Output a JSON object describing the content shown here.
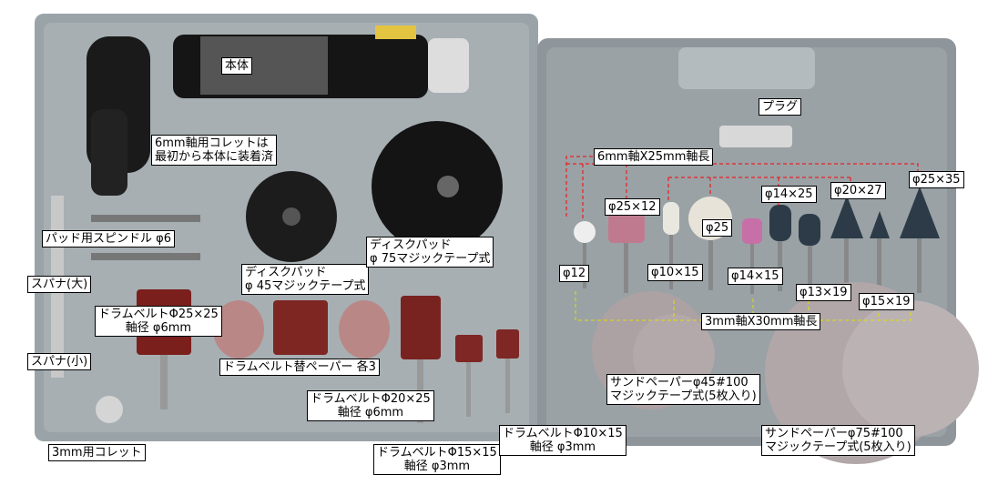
{
  "colors": {
    "case_left": "#9aa3a8",
    "case_right": "#8e969b",
    "background": "#ffffff",
    "leader_red": "#ff0000",
    "leader_yellow": "#e0e000"
  },
  "labels": {
    "body": "本体",
    "collet6_l1": "6mm軸用コレットは",
    "collet6_l2": "最初から本体に装着済",
    "spindle": "パッド用スピンドル φ6",
    "wrench_big": "スパナ(大)",
    "wrench_small": "スパナ(小)",
    "disc45_l1": "ディスクパッド",
    "disc45_l2": "φ 45マジックテープ式",
    "disc75_l1": "ディスクパッド",
    "disc75_l2": "φ 75マジックテープ式",
    "drum25_l1": "ドラムベルトΦ25×25",
    "drum25_l2": "軸径 φ6mm",
    "replace_paper": "ドラムベルト替ペーパー 各3",
    "drum20_l1": "ドラムベルトΦ20×25",
    "drum20_l2": "軸径 φ6mm",
    "drum15_l1": "ドラムベルトΦ15×15",
    "drum15_l2": "軸径 φ3mm",
    "drum10_l1": "ドラムベルトΦ10×15",
    "drum10_l2": "軸径 φ3mm",
    "collet3": "3mm用コレット",
    "plug": "プラグ",
    "shaft6": "6mm軸X25mm軸長",
    "shaft3": "3mm軸X30mm軸長",
    "p12": "φ12",
    "p25x12": "φ25×12",
    "p10x15": "φ10×15",
    "p25": "φ25",
    "p14x15": "φ14×15",
    "p14x25": "φ14×25",
    "p20x27": "φ20×27",
    "p25x35": "φ25×35",
    "p13x19": "φ13×19",
    "p15x19": "φ15×19",
    "sand45_l1": "サンドペーパーφ45#100",
    "sand45_l2": "マジックテープ式(5枚入り)",
    "sand75_l1": "サンドペーパーφ75#100",
    "sand75_l2": "マジックテープ式(5枚入り)"
  }
}
